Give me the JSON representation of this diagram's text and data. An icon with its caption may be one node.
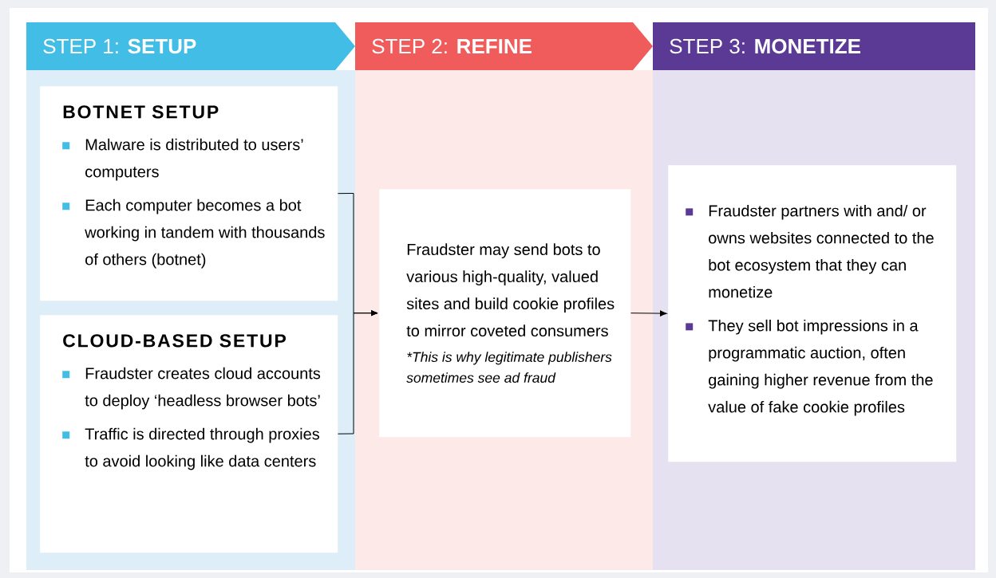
{
  "diagram": {
    "nodes": [
      {
        "text": [
          "STEP 1: **SETUP**"
        ]
      },
      {
        "text": [
          "STEP 2: **REFINE**"
        ]
      },
      {
        "text": [
          "STEP 3: **MONETIZE**"
        ]
      },
      {
        "text": [
          "BOTNET SETUP",
          "Malware is distributed to users’ computers",
          "Each computer becomes a bot working in tandem with thousands of others (botnet)"
        ],
        "in": 0
      },
      {
        "text": [
          "CLOUD-BASED SETUP",
          "Fraudster creates cloud accounts to deploy ‘headless browser bots’",
          "Traffic is directed through proxies to avoid looking like data centers"
        ],
        "in": 0
      },
      {
        "text": [
          "Fraudster may send bots to various high-quality, valued sites and build cookie profiles to mirror coveted consumers",
          "*This is why legitimate publishers sometimes see ad fraud"
        ],
        "in": 1
      },
      {
        "text": [
          "Fraudster partners with and/ or owns websites connected to the bot ecosystem that they can monetize",
          "They sell bot impressions in a programmatic auction, often gaining higher revenue from the value of fake cookie profiles"
        ],
        "in": 2
      }
    ],
    "edges": [
      {
        "from": 3,
        "to": 5,
        "arrow": "to"
      },
      {
        "from": 4,
        "to": 5,
        "arrow": "to"
      },
      {
        "from": 5,
        "to": 6,
        "arrow": "to"
      }
    ]
  }
}
